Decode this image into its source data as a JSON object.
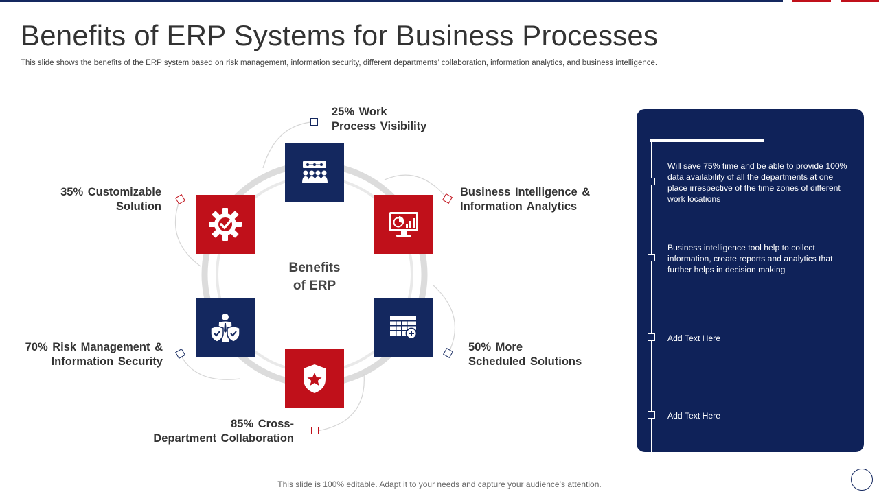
{
  "title": "Benefits of ERP Systems for Business Processes",
  "subtitle": "This slide shows the benefits of the ERP system based on risk management, information security, different departments’ collaboration, information analytics, and business intelligence.",
  "center": {
    "line1": "Benefits",
    "line2": "of ERP"
  },
  "benefits": [
    {
      "line1": "25% Work",
      "line2": "Process  Visibility",
      "icon": "people-board-icon"
    },
    {
      "line1": "Business  Intelligence  &",
      "line2": "Information  Analytics",
      "icon": "analytics-monitor-icon"
    },
    {
      "line1": "50% More",
      "line2": "Scheduled  Solutions",
      "icon": "calendar-add-icon"
    },
    {
      "line1": "85% Cross-",
      "line2": "Department  Collaboration",
      "icon": "shield-star-icon"
    },
    {
      "line1": "70% Risk  Management  &",
      "line2": "Information  Security",
      "icon": "security-person-icon"
    },
    {
      "line1": "35% Customizable",
      "line2": "Solution",
      "icon": "gear-check-icon"
    }
  ],
  "panel": {
    "items": [
      "Will save 75% time and be able to provide 100% data availability of all the departments at one place irrespective of the time zones of different work locations",
      "Business intelligence tool help to collect information, create reports and analytics that further helps in decision making",
      "Add Text Here",
      "Add Text Here"
    ]
  },
  "footer": "This slide is 100% editable. Adapt it to your needs and capture your audience’s attention.",
  "colors": {
    "navy": "#14285f",
    "red": "#c0101a",
    "ring": "#d9d9d9"
  }
}
